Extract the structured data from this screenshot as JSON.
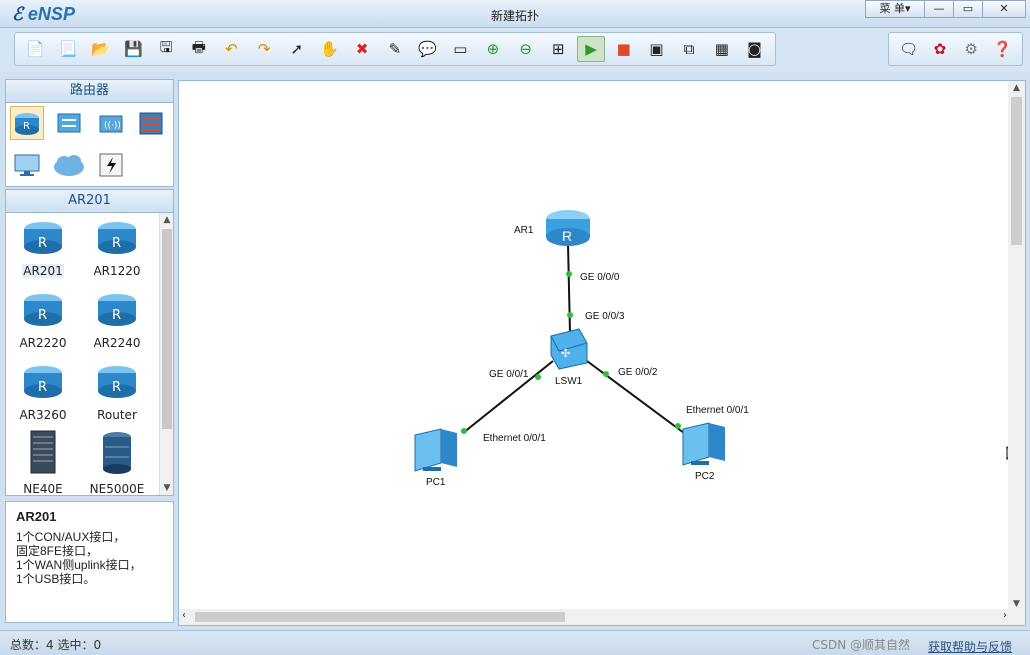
{
  "app": {
    "logo": "eNSP",
    "title": "新建拓扑",
    "menu_label": "菜 单▾"
  },
  "window_controls": {
    "minimize": "—",
    "maximize": "▭",
    "close": "✕"
  },
  "toolbar": {
    "tools": [
      "new-topology",
      "new-example",
      "open",
      "save",
      "save-as",
      "print",
      "undo",
      "redo",
      "select",
      "pan",
      "delete",
      "delete-link",
      "add-text",
      "add-shape",
      "zoom-in",
      "zoom-out",
      "fit",
      "start-device",
      "stop-device",
      "capture",
      "topology-view",
      "grid",
      "screenshot"
    ],
    "right_tools": [
      "feedback",
      "huawei",
      "settings",
      "help"
    ]
  },
  "left_panel": {
    "category_header": "路由器",
    "categories": [
      "router",
      "switch",
      "wlan",
      "firewall",
      "terminal",
      "cloud",
      "other"
    ],
    "device_header": "AR201",
    "devices": [
      "AR201",
      "AR1220",
      "AR2220",
      "AR2240",
      "AR3260",
      "Router",
      "NE40E",
      "NE5000E"
    ],
    "description": {
      "title": "AR201",
      "lines": [
        "1个CON/AUX接口，",
        "固定8FE接口，",
        "1个WAN侧uplink接口，",
        "1个USB接口。"
      ]
    }
  },
  "topology": {
    "nodes": {
      "ar1": "AR1",
      "lsw1": "LSW1",
      "pc1": "PC1",
      "pc2": "PC2"
    },
    "ports": {
      "ar1_down": "GE 0/0/0",
      "lsw1_up": "GE 0/0/3",
      "lsw1_left": "GE 0/0/1",
      "lsw1_right": "GE 0/0/2",
      "pc1_eth": "Ethernet 0/0/1",
      "pc2_eth": "Ethernet 0/0/1"
    }
  },
  "status": {
    "summary": "总数：4  选中：0",
    "link": "获取帮助与反馈",
    "watermark": "CSDN @顺其自然"
  },
  "colors": {
    "link_dot": "#2fbf3a",
    "router_blue": "#2d87c9",
    "switch_blue": "#4fa8e0"
  }
}
